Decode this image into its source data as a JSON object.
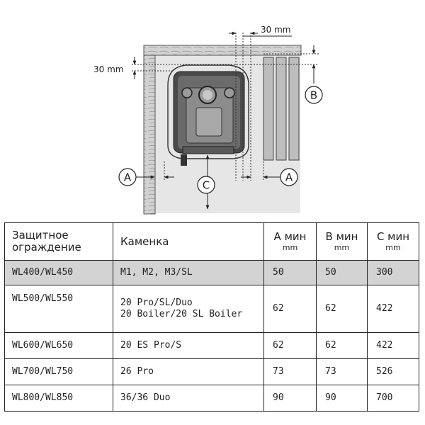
{
  "diagram": {
    "dim_top": "30 mm",
    "dim_left": "30 mm",
    "label_a": "A",
    "label_b": "B",
    "label_c": "C"
  },
  "table": {
    "headers": {
      "guard": "Защитное\nограждение",
      "heater": "Каменка",
      "a_min": "А мин",
      "b_min": "В мин",
      "c_min": "С мин",
      "unit": "mm"
    },
    "rows": [
      {
        "guard": "WL400/WL450",
        "heater": "M1, M2, M3/SL",
        "a": "50",
        "b": "50",
        "c": "300"
      },
      {
        "guard": "WL500/WL550",
        "heater": "20 Pro/SL/Duo\n20 Boiler/20 SL Boiler",
        "a": "62",
        "b": "62",
        "c": "422"
      },
      {
        "guard": "WL600/WL650",
        "heater": "20 ES Pro/S",
        "a": "62",
        "b": "62",
        "c": "422"
      },
      {
        "guard": "WL700/WL750",
        "heater": "26 Pro",
        "a": "73",
        "b": "73",
        "c": "526"
      },
      {
        "guard": "WL800/WL850",
        "heater": "36/36 Duo",
        "a": "90",
        "b": "90",
        "c": "700"
      }
    ]
  }
}
